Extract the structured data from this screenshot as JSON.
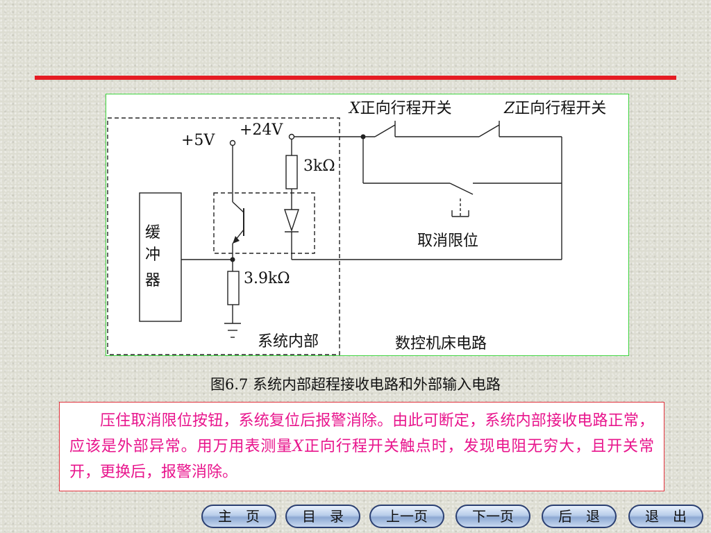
{
  "figure": {
    "labels": {
      "x_switch_var": "X",
      "x_switch": "正向行程开关",
      "z_switch_var": "Z",
      "z_switch": "正向行程开关",
      "v5": "+5V",
      "v24": "+24V",
      "r1": "3kΩ",
      "r2": "3.9kΩ",
      "buffer": [
        "缓",
        "冲",
        "器"
      ],
      "cancel_limit": "取消限位",
      "system_internal": "系统内部",
      "machine_circuit": "数控机床电路"
    }
  },
  "caption": "图6.7  系统内部超程接收电路和外部输入电路",
  "note": {
    "part1": "压住取消限位按钮，系统复位后报警消除。由此可断定，系统内部接收电路正常，应该是外部异常。用万用表测量",
    "var": "X",
    "part2": "正向行程开关触点时，发现电阻无穷大，且开关常开，更换后，报警消除。"
  },
  "nav": {
    "home": "主　页",
    "toc": "目　录",
    "prev": "上一页",
    "next": "下一页",
    "back": "后　退",
    "exit": "退　出"
  }
}
